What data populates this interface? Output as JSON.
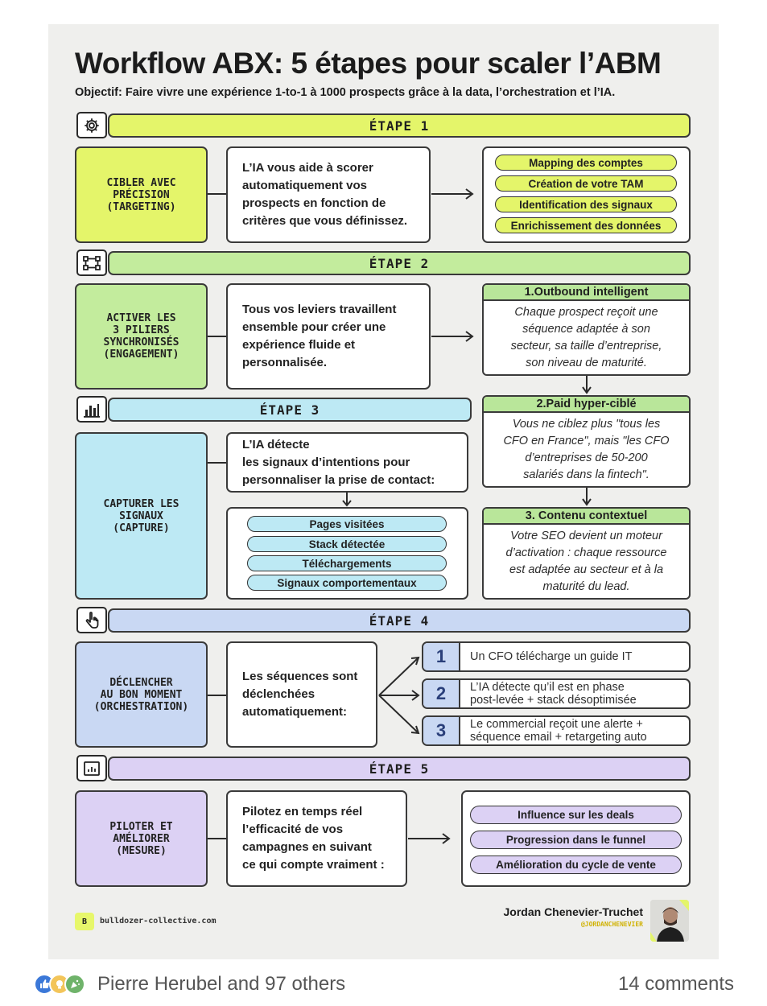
{
  "title": "Workflow ABX: 5 étapes pour scaler l’ABM",
  "subtitle": "Objectif: Faire vivre une expérience 1-to-1 à 1000 prospects grâce à la data, l’orchestration et l’IA.",
  "colors": {
    "stage1": "#e4f56a",
    "stage2": "#c3ec9d",
    "stage3": "#bde9f4",
    "stage4": "#c9d8f3",
    "stage5": "#dcd1f4",
    "poster_bg": "#efefed"
  },
  "stages": [
    {
      "icon": "gear-icon",
      "bar": "ÉTAPE 1",
      "label": "CIBLER AVEC\nPRÉCISION\n(TARGETING)",
      "text": "L’IA vous aide à scorer\nautomatiquement vos\nprospects en fonction de\ncritères que vous définissez.",
      "pills": [
        "Mapping des comptes",
        "Création de votre TAM",
        "Identification des signaux",
        "Enrichissement des données"
      ]
    },
    {
      "icon": "workflow-icon",
      "bar": "ÉTAPE 2",
      "label": "ACTIVER LES\n3 PILIERS\nSYNCHRONISÉS\n(ENGAGEMENT)",
      "text": "Tous vos leviers travaillent\nensemble pour créer une\nexpérience fluide et\npersonnalisée.",
      "pillars": [
        {
          "title": "1.Outbound intelligent",
          "body": "Chaque prospect reçoit une\nséquence adaptée à son\nsecteur, sa taille d’entreprise,\nson niveau de maturité."
        },
        {
          "title": "2.Paid hyper-ciblé",
          "body": "Vous ne ciblez plus \"tous les\nCFO en France\", mais \"les CFO\nd’entreprises de 50-200\nsalariés dans la fintech\"."
        },
        {
          "title": "3. Contenu contextuel",
          "body": "Votre SEO devient un moteur\nd’activation : chaque ressource\nest adaptée au secteur et à la\nmaturité du lead."
        }
      ]
    },
    {
      "icon": "bar-chart-icon",
      "bar": "ÉTAPE 3",
      "label": "CAPTURER LES\nSIGNAUX\n(CAPTURE)",
      "text": "L’IA détecte\nles signaux d’intentions pour\npersonnaliser la prise de contact:",
      "pills": [
        "Pages visitées",
        "Stack détectée",
        "Téléchargements",
        "Signaux comportementaux"
      ]
    },
    {
      "icon": "pointer-icon",
      "bar": "ÉTAPE 4",
      "label": "DÉCLENCHER\nAU BON MOMENT\n(ORCHESTRATION)",
      "text": "Les séquences sont\ndéclenchées\nautomatiquement:",
      "steps": [
        {
          "num": "1",
          "text": "Un CFO télécharge un guide IT"
        },
        {
          "num": "2",
          "text": "L’IA détecte qu’il est en phase\npost-levée + stack désoptimisée"
        },
        {
          "num": "3",
          "text": "Le commercial reçoit une alerte +\nséquence email + retargeting auto"
        }
      ]
    },
    {
      "icon": "dashboard-icon",
      "bar": "ÉTAPE 5",
      "label": "PILOTER ET\nAMÉLIORER\n(MESURE)",
      "text": "Pilotez en temps réel\nl’efficacité de vos\ncampagnes en suivant\nce qui compte vraiment :",
      "pills": [
        "Influence sur les deals",
        "Progression dans le funnel",
        "Amélioration du cycle de vente"
      ]
    }
  ],
  "footer": {
    "logo": "B",
    "site": "bulldozer-collective.com",
    "author": "Jordan Chenevier-Truchet",
    "handle": "@JORDANCHENEVIER"
  },
  "social": {
    "reactions": [
      "like-icon",
      "insightful-icon",
      "celebrate-icon"
    ],
    "reactions_text": "Pierre Herubel and 97 others",
    "comments_text": "14 comments"
  }
}
